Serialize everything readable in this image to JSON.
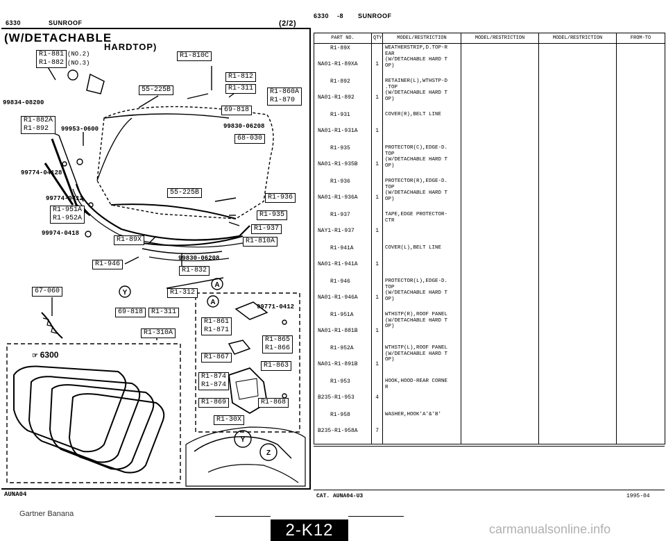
{
  "left_header": {
    "code": "6330",
    "section": "SUNROOF",
    "page": "(2/2)"
  },
  "right_header": {
    "code": "6330",
    "dash": "-8",
    "section": "SUNROOF"
  },
  "diagram": {
    "title_line1": "(W/DETACHABLE",
    "title_line2": "HARDTOP)",
    "ref_6300": "6300",
    "labels": {
      "b881": "R1-881",
      "b882": "R1-882",
      "no2": "(NO.2)",
      "no3": "(NO.3)",
      "b810c": "R1-810C",
      "b812": "R1-812",
      "b311": "R1-311",
      "b860a": "R1-860A",
      "b870": "R1-870",
      "b225a": "55-225B",
      "b818": "69-818",
      "n99830a": "99830-06208",
      "b030": "68-030",
      "b882a": "R1-882A",
      "b892": "R1-892",
      "n99953": "99953-0600",
      "n99834": "99834-08200",
      "n99774a": "99774-04128",
      "n99774b": "99774-0412",
      "b951a": "R1-951A",
      "b952a": "R1-952A",
      "n99974": "99974-0418",
      "b225b": "55-225B",
      "b936": "R1-936",
      "b935": "R1-935",
      "b937": "R1-937",
      "b810a": "R1-810A",
      "b89x": "R1-89X",
      "b946": "R1-946",
      "n99830b": "99830-06208",
      "b832": "R1-832",
      "b312": "R1-312",
      "b060": "67-060",
      "b818b": "69-818",
      "b311b": "R1-311",
      "b310a": "R1-310A",
      "n99771": "99771-0412",
      "b861": "R1-861",
      "b871": "R1-871",
      "b865": "R1-865",
      "b866": "R1-866",
      "b867": "R1-867",
      "b863": "R1-863",
      "b874a": "R1-874",
      "b874b": "R1-874",
      "b869": "R1-869",
      "b868": "R1-868",
      "b30x": "R1-30X",
      "cY": "Y",
      "cA": "A",
      "cZ": "Z"
    }
  },
  "table": {
    "headers": [
      "PART NO.",
      "QTY",
      "MODEL/RESTRICTION",
      "MODEL/RESTRICTION",
      "MODEL/RESTRICTION",
      "FROM-TO"
    ],
    "rows": [
      {
        "ref": "R1-89X",
        "part": "NA01-R1-89XA",
        "qty": "1",
        "desc": [
          "WEATHERSTRIP,D.TOP-R",
          "EAR",
          "(W/DETACHABLE HARD T",
          "OP)"
        ]
      },
      {
        "ref": "R1-892",
        "part": "NA01-R1-892",
        "qty": "1",
        "desc": [
          "RETAINER(L),WTHSTP-D",
          ".TOP",
          "(W/DETACHABLE HARD T",
          "OP)"
        ]
      },
      {
        "ref": "R1-931",
        "part": "NA01-R1-931A",
        "qty": "1",
        "desc": [
          "COVER(R),BELT LINE"
        ]
      },
      {
        "ref": "R1-935",
        "part": "NA01-R1-935B",
        "qty": "1",
        "desc": [
          "PROTECTOR(C),EDGE-D.",
          "TOP",
          "(W/DETACHABLE HARD T",
          "OP)"
        ]
      },
      {
        "ref": "R1-936",
        "part": "NA01-R1-936A",
        "qty": "1",
        "desc": [
          "PROTECTOR(R),EDGE-D.",
          "TOP",
          "(W/DETACHABLE HARD T",
          "OP)"
        ]
      },
      {
        "ref": "R1-937",
        "part": "NAY1-R1-937",
        "qty": "1",
        "desc": [
          "TAPE,EDGE PROTECTOR-",
          "CTR"
        ]
      },
      {
        "ref": "R1-941A",
        "part": "NA01-R1-941A",
        "qty": "1",
        "desc": [
          "COVER(L),BELT LINE"
        ]
      },
      {
        "ref": "R1-946",
        "part": "NA01-R1-946A",
        "qty": "1",
        "desc": [
          "PROTECTOR(L),EDGE-D.",
          "TOP",
          "(W/DETACHABLE HARD T",
          "OP)"
        ]
      },
      {
        "ref": "R1-951A",
        "part": "NA01-R1-881B",
        "qty": "1",
        "desc": [
          "WTHSTP(R),ROOF PANEL",
          "(W/DETACHABLE HARD T",
          "OP)"
        ]
      },
      {
        "ref": "R1-952A",
        "part": "NA01-R1-891B",
        "qty": "1",
        "desc": [
          "WTHSTP(L),ROOF PANEL",
          "(W/DETACHABLE HARD T",
          "OP)"
        ]
      },
      {
        "ref": "R1-953",
        "part": "B235-R1-953",
        "qty": "4",
        "desc": [
          "HOOK,HOOD-REAR CORNE",
          "R"
        ]
      },
      {
        "ref": "R1-958",
        "part": "B235-R1-958A",
        "qty": "7",
        "desc": [
          "WASHER,HOOK'A'&'B'"
        ]
      }
    ]
  },
  "footer": {
    "left_code": "AUNA04",
    "cat": "CAT. AUNA04-U3",
    "right_code": "1995-04",
    "gartner": "Gartner Banana",
    "page_label": "2-K12",
    "watermark": "carmanualsonline.info"
  }
}
